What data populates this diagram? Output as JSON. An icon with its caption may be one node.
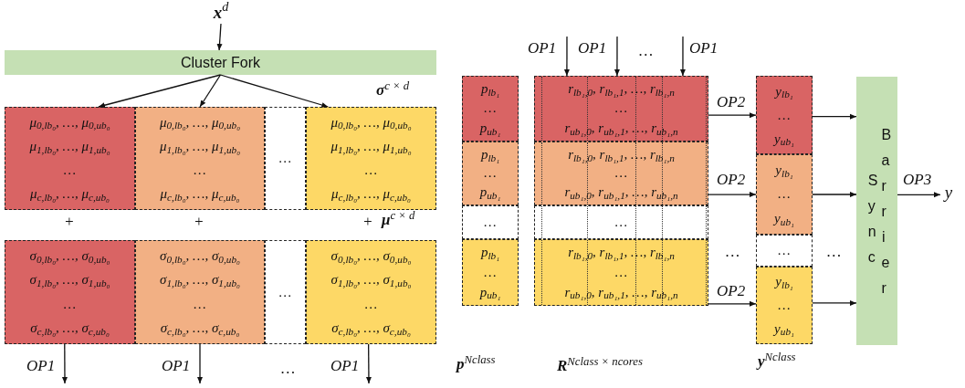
{
  "diagram": {
    "nodes": [
      {
        "text": [
          "**x**$^{d}$"
        ]
      },
      {
        "text": [
          "Cluster Fork"
        ]
      },
      {
        "text": [
          "μ$_{0,lb₀}$, …, μ$_{0,ub₀}$",
          "μ$_{1,lb₀}$, …, μ$_{1,ub₀}$",
          "…",
          "μ$_{c,lb₀}$, …, μ$_{c,ub₀}$"
        ]
      },
      {
        "text": [
          "μ$_{0,lb₀}$, …, μ$_{0,ub₀}$",
          "μ$_{1,lb₀}$, …, μ$_{1,ub₀}$",
          "…",
          "μ$_{c,lb₀}$, …, μ$_{c,ub₀}$"
        ]
      },
      {
        "text": [
          "…"
        ]
      },
      {
        "text": [
          "μ$_{0,lb₀}$, …, μ$_{0,ub₀}$",
          "μ$_{1,lb₀}$, …, μ$_{1,ub₀}$",
          "…",
          "μ$_{c,lb₀}$, …, μ$_{c,ub₀}$"
        ]
      },
      {
        "text": [
          "σ$_{0,lb₀}$, …, σ$_{0,ub₀}$",
          "σ$_{1,lb₀}$, …, σ$_{1,ub₀}$",
          "…",
          "σ$_{c,lb₀}$, …, σ$_{c,ub₀}$"
        ]
      },
      {
        "text": [
          "σ$_{0,lb₀}$, …, σ$_{0,ub₀}$",
          "σ$_{1,lb₀}$, …, σ$_{1,ub₀}$",
          "…",
          "σ$_{c,lb₀}$, …, σ$_{c,ub₀}$"
        ]
      },
      {
        "text": [
          "…"
        ]
      },
      {
        "text": [
          "σ$_{0,lb₀}$, …, σ$_{0,ub₀}$",
          "σ$_{1,lb₀}$, …, σ$_{1,ub₀}$",
          "…",
          "σ$_{c,lb₀}$, …, σ$_{c,ub₀}$"
        ]
      },
      {
        "text": [
          "p$_{lb₁}$",
          "…",
          "p$_{ub₁}$"
        ]
      },
      {
        "text": [
          "p$_{lb₁}$",
          "…",
          "p$_{ub₁}$"
        ]
      },
      {
        "text": [
          "…"
        ]
      },
      {
        "text": [
          "p$_{lb₁}$",
          "…",
          "p$_{ub₁}$"
        ]
      },
      {
        "text": [
          "r$_{lb₁,0}$, r$_{lb₁,1}$, …, r$_{lb₁,n}$",
          "…",
          "r$_{ub₁,0}$, r$_{ub₁,1}$, …, r$_{ub₁,n}$"
        ]
      },
      {
        "text": [
          "r$_{lb₁,0}$, r$_{lb₁,1}$, …, r$_{lb₁,n}$",
          "…",
          "r$_{ub₁,0}$, r$_{ub₁,1}$, …, r$_{ub₁,n}$"
        ]
      },
      {
        "text": [
          "…"
        ]
      },
      {
        "text": [
          "r$_{lb₁,0}$, r$_{lb₁,1}$, …, r$_{lb₁,n}$",
          "…",
          "r$_{ub₁,0}$, r$_{ub₁,1}$, …, r$_{ub₁,n}$"
        ]
      },
      {
        "text": [
          "y$_{lb₁}$",
          "…",
          "y$_{ub₁}$"
        ]
      },
      {
        "text": [
          "y$_{lb₁}$",
          "…",
          "y$_{ub₁}$"
        ]
      },
      {
        "text": [
          "…"
        ]
      },
      {
        "text": [
          "y$_{lb₁}$",
          "…",
          "y$_{ub₁}$"
        ]
      },
      {
        "text": [
          "Sync",
          "Barrier"
        ]
      },
      {
        "text": [
          "y"
        ]
      }
    ],
    "edges": [
      {
        "from": 0,
        "to": 1,
        "arrow": "to"
      },
      {
        "from": 1,
        "to": 2,
        "arrow": "to"
      },
      {
        "from": 1,
        "to": 3,
        "arrow": "to"
      },
      {
        "from": 1,
        "to": 5,
        "arrow": "to"
      },
      {
        "from": 6,
        "to": null,
        "arrow": "to",
        "label": "OP1"
      },
      {
        "from": 7,
        "to": null,
        "arrow": "to",
        "label": "OP1"
      },
      {
        "from": 9,
        "to": null,
        "arrow": "to",
        "label": "OP1"
      },
      {
        "from": null,
        "to": 14,
        "arrow": "to",
        "label": "OP1"
      },
      {
        "from": null,
        "to": 14,
        "arrow": "to",
        "label": "OP1"
      },
      {
        "from": null,
        "to": 14,
        "arrow": "to",
        "label": "OP1"
      },
      {
        "from": 14,
        "to": 18,
        "arrow": "to",
        "label": "OP2"
      },
      {
        "from": 15,
        "to": 19,
        "arrow": "to",
        "label": "OP2"
      },
      {
        "from": 17,
        "to": 21,
        "arrow": "to",
        "label": "OP2"
      },
      {
        "from": 18,
        "to": 22,
        "arrow": "to"
      },
      {
        "from": 19,
        "to": 22,
        "arrow": "to"
      },
      {
        "from": 21,
        "to": 22,
        "arrow": "to"
      },
      {
        "from": 22,
        "to": 23,
        "arrow": "to",
        "label": "OP3"
      }
    ],
    "labels": [
      "**σ**$^{c × d}$",
      "+",
      "+",
      "+",
      "**μ**$^{c × d}$",
      "…",
      "…",
      "…",
      "…",
      "**p**$^{Nclass}$",
      "**R**$^{Nclass × ncores}$",
      "**y**$^{Nclass}$"
    ]
  }
}
